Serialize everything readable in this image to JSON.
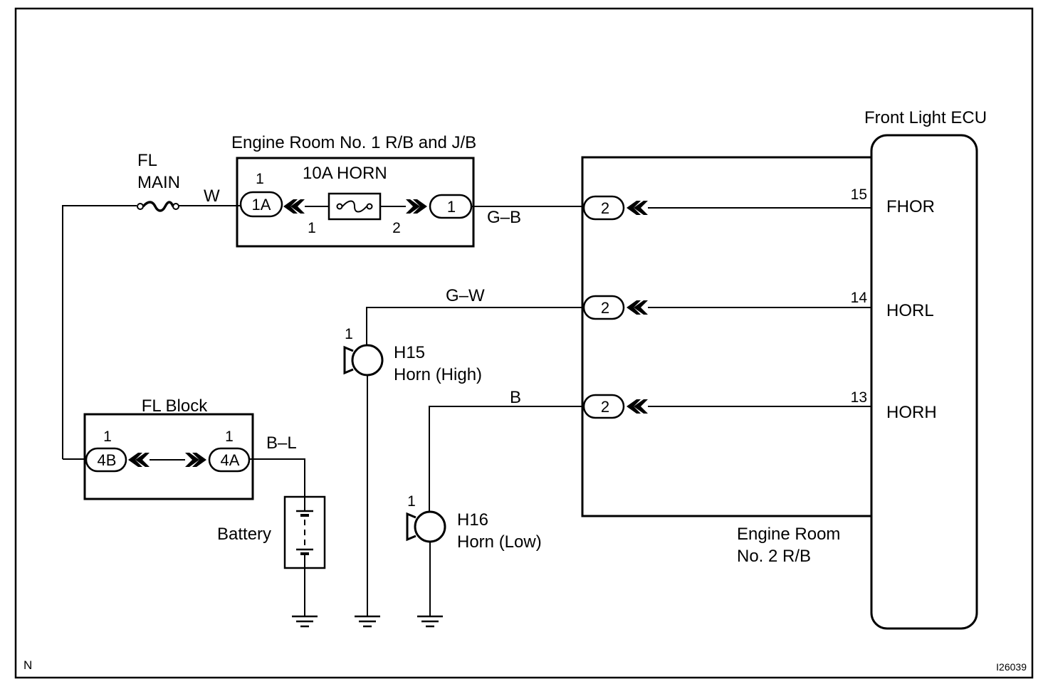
{
  "diagram": {
    "figure_id": "I26039",
    "corner_mark": "N",
    "ecu": {
      "title": "Front Light ECU",
      "terminals": [
        {
          "pin": "15",
          "name": "FHOR"
        },
        {
          "pin": "14",
          "name": "HORL"
        },
        {
          "pin": "13",
          "name": "HORH"
        }
      ]
    },
    "engine_room_rb2": {
      "line1": "Engine Room",
      "line2": "No. 2 R/B",
      "connectors": [
        "2",
        "2",
        "2"
      ]
    },
    "engine_room_rb1": {
      "title": "Engine Room No. 1 R/B and J/B",
      "fuse_label": "10A HORN",
      "conn_in": "1A",
      "conn_in_pin": "1",
      "conn_out": "1",
      "fuse_pin_left": "1",
      "fuse_pin_right": "2"
    },
    "fl_main": {
      "line1": "FL",
      "line2": "MAIN"
    },
    "fl_block": {
      "title": "FL Block",
      "conn_left": "4B",
      "conn_left_pin": "1",
      "conn_right": "4A",
      "conn_right_pin": "1"
    },
    "battery_label": "Battery",
    "wires": {
      "w": "W",
      "gb": "G–B",
      "gw": "G–W",
      "b": "B",
      "bl": "B–L"
    },
    "horn_high": {
      "id": "H15",
      "name": "Horn (High)",
      "pin": "1"
    },
    "horn_low": {
      "id": "H16",
      "name": "Horn (Low)",
      "pin": "1"
    }
  }
}
